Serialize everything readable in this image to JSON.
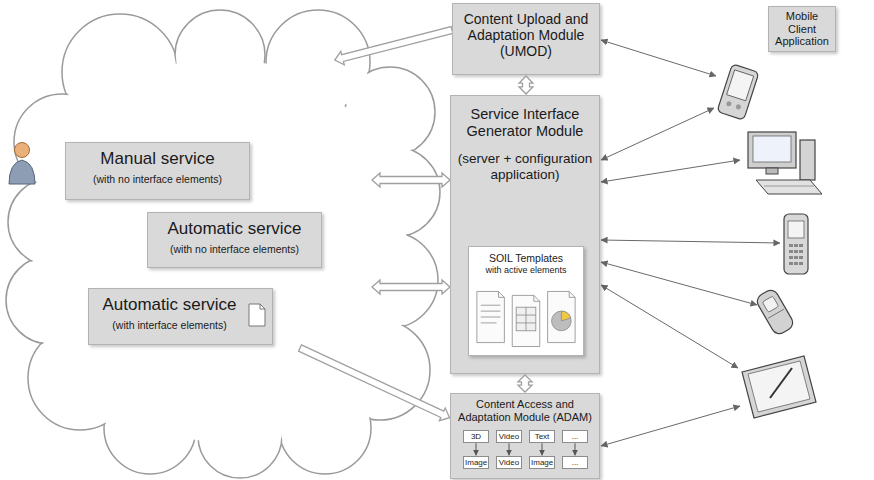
{
  "diagram": {
    "nodes": [
      {
        "text": [
          "Manual service",
          "(with no interface elements)"
        ]
      },
      {
        "text": [
          "Automatic service",
          "(with no interface elements)"
        ]
      },
      {
        "text": [
          "Automatic service",
          "(with interface elements)"
        ]
      },
      {
        "text": [
          "Content Upload and Adaptation Module (UMOD)"
        ]
      },
      {
        "text": [
          "Service Interface Generator Module",
          "(server + configuration application)"
        ]
      },
      {
        "text": [
          "SOIL Templates",
          "with active elements"
        ],
        "in": 4
      },
      {
        "text": [
          "Content Access and Adaptation Module (ADAM)"
        ]
      },
      {
        "text": [
          "3D"
        ],
        "in": 6
      },
      {
        "text": [
          "Video"
        ],
        "in": 6
      },
      {
        "text": [
          "Text"
        ],
        "in": 6
      },
      {
        "text": [
          "..."
        ],
        "in": 6
      },
      {
        "text": [
          "Image"
        ],
        "in": 6
      },
      {
        "text": [
          "Video"
        ],
        "in": 6
      },
      {
        "text": [
          "Image"
        ],
        "in": 6
      },
      {
        "text": [
          "..."
        ],
        "in": 6
      },
      {
        "text": [
          "Mobile Client Application"
        ]
      }
    ],
    "edges": [
      {
        "from": 3,
        "to": 4,
        "arrow": "both"
      },
      {
        "from": 4,
        "to": 6,
        "arrow": "both"
      },
      {
        "from": 7,
        "to": 11,
        "arrow": "to"
      },
      {
        "from": 8,
        "to": 12,
        "arrow": "to"
      },
      {
        "from": 9,
        "to": 13,
        "arrow": "to"
      },
      {
        "from": 10,
        "to": 14,
        "arrow": "to"
      }
    ]
  }
}
